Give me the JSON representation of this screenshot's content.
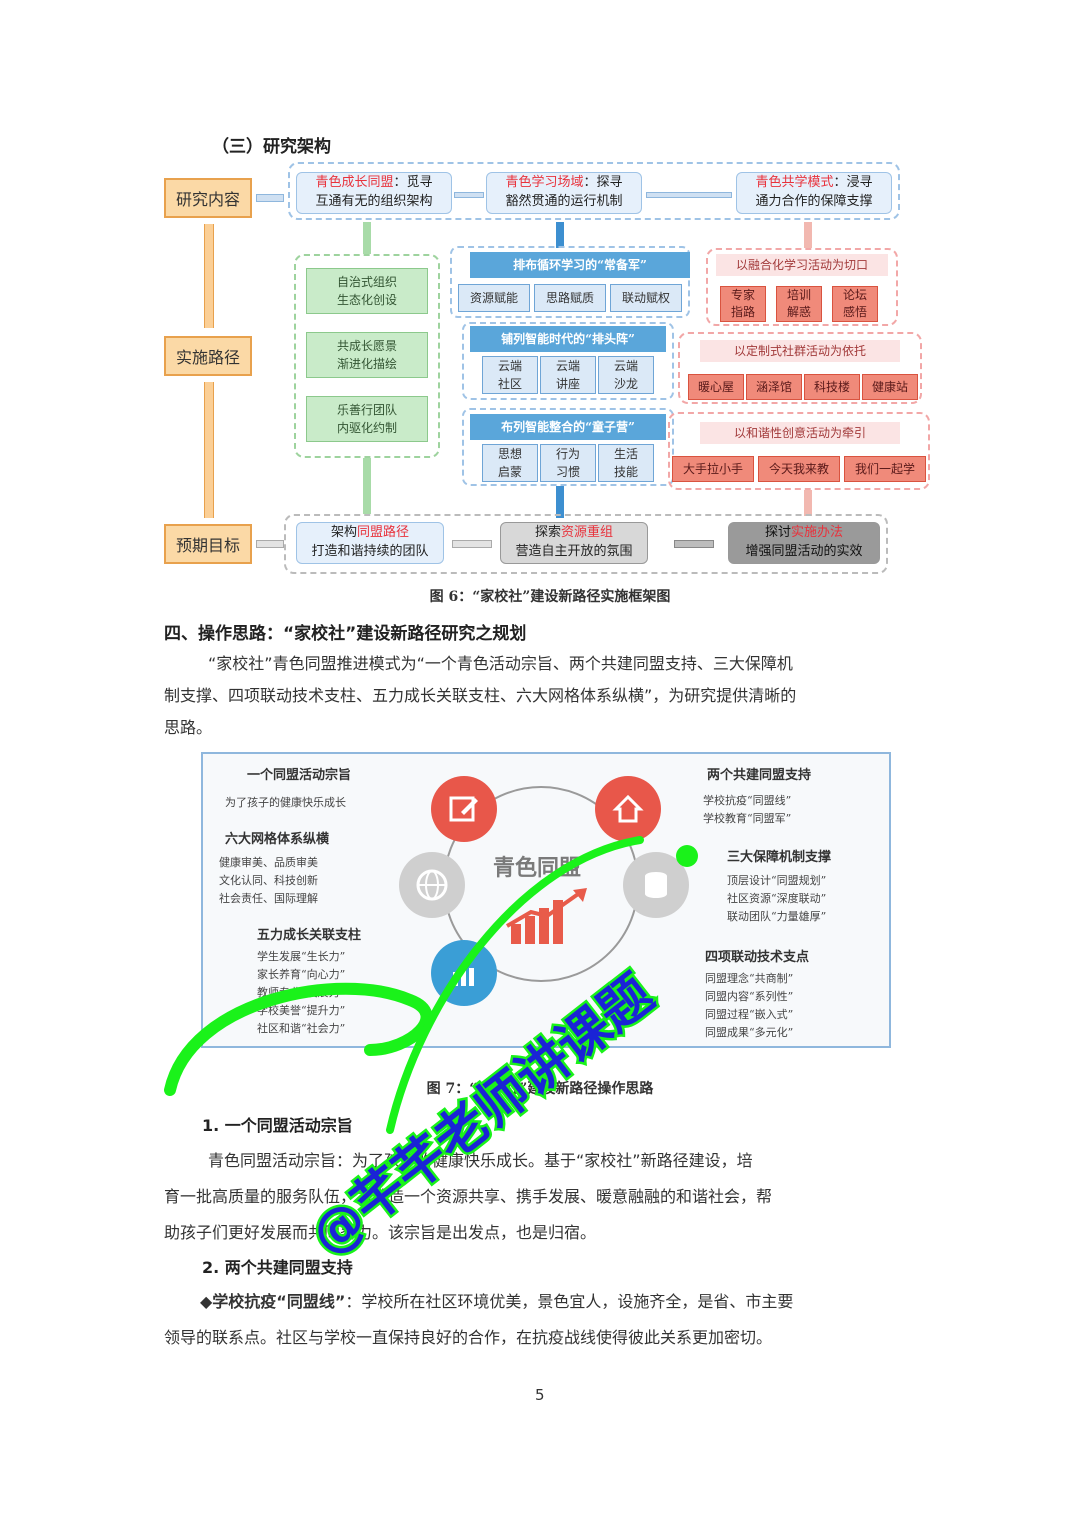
{
  "section_title": "（三）研究架构",
  "framework": {
    "row_labels": {
      "content": "研究内容",
      "path": "实施路径",
      "goal": "预期目标"
    },
    "content_boxes": [
      {
        "red": "青色成长同盟",
        "rest": "：觅寻",
        "line2": "互通有无的组织架构"
      },
      {
        "red": "青色学习场域",
        "rest": "：探寻",
        "line2": "豁然贯通的运行机制"
      },
      {
        "red": "青色共学模式",
        "rest": "：浸寻",
        "line2": "通力合作的保障支撑"
      }
    ],
    "green_items": [
      [
        "自治式组织",
        "生态化创设"
      ],
      [
        "共成长愿景",
        "渐进化描绘"
      ],
      [
        "乐善行团队",
        "内驱化约制"
      ]
    ],
    "blue_groups": [
      {
        "head": "排布循环学习的“常备军”",
        "cells": [
          [
            "资源赋能"
          ],
          [
            "思路赋质"
          ],
          [
            "联动赋权"
          ]
        ]
      },
      {
        "head": "铺列智能时代的“排头阵”",
        "cells": [
          [
            "云端",
            "社区"
          ],
          [
            "云端",
            "讲座"
          ],
          [
            "云端",
            "沙龙"
          ]
        ]
      },
      {
        "head": "布列智能整合的“童子营”",
        "cells": [
          [
            "思想",
            "启蒙"
          ],
          [
            "行为",
            "习惯"
          ],
          [
            "生活",
            "技能"
          ]
        ]
      }
    ],
    "pink_groups": [
      {
        "head": "以融合化学习活动为切口",
        "cells": [
          [
            "专家",
            "指路"
          ],
          [
            "培训",
            "解惑"
          ],
          [
            "论坛",
            "感悟"
          ]
        ]
      },
      {
        "head": "以定制式社群活动为依托",
        "cells": [
          [
            "暖心屋"
          ],
          [
            "涵泽馆"
          ],
          [
            "科技楼"
          ],
          [
            "健康站"
          ]
        ]
      },
      {
        "head": "以和谐性创意活动为牵引",
        "cells": [
          [
            "大手拉小手"
          ],
          [
            "今天我来教"
          ],
          [
            "我们一起学"
          ]
        ]
      }
    ],
    "goal_boxes": [
      {
        "pre": "架构",
        "red": "同盟路径",
        "line2": "打造和谐持续的团队"
      },
      {
        "pre": "探索",
        "red": "资源重组",
        "line2": "营造自主开放的氛围"
      },
      {
        "pre": "探讨",
        "red": "实施办法",
        "line2": "增强同盟活动的实效"
      }
    ]
  },
  "figure6_caption": "图 6：“家校社”建设新路径实施框架图",
  "section4_title": "四、操作思路：“家校社”建设新路径研究之规划",
  "section4_para_lines": [
    "“家校社”青色同盟推进模式为“一个青色活动宗旨、两个共建同盟支持、三大保障机",
    "制支撑、四项联动技术支柱、五力成长关联支柱、六大网格体系纵横”，为研究提供清晰的",
    "思路。"
  ],
  "diagram2": {
    "center_title": "青色同盟",
    "blocks": {
      "one": {
        "title": "一个同盟活动宗旨",
        "lines": [
          "为了孩子的健康快乐成长"
        ]
      },
      "six": {
        "title": "六大网格体系纵横",
        "lines": [
          "健康审美、品质审美",
          "文化认同、科技创新",
          "社会责任、国际理解"
        ]
      },
      "five": {
        "title": "五力成长关联支柱",
        "lines": [
          "学生发展“生长力”",
          "家长养育“向心力”",
          "教师专业“发展力”",
          "学校美誉“提升力”",
          "社区和谐“社会力”"
        ]
      },
      "two": {
        "title": "两个共建同盟支持",
        "lines": [
          "学校抗疫“同盟线”",
          "学校教育“同盟军”"
        ]
      },
      "three": {
        "title": "三大保障机制支撑",
        "lines": [
          "顶层设计“同盟规划”",
          "社区资源“深度联动”",
          "联动团队“力量雄厚”"
        ]
      },
      "four": {
        "title": "四项联动技术支点",
        "lines": [
          "同盟理念“共商制”",
          "同盟内容“系列性”",
          "同盟过程“嵌入式”",
          "同盟成果“多元化”"
        ]
      }
    },
    "icons": [
      "edit-icon",
      "home-icon",
      "globe-icon",
      "database-icon",
      "bar-chart-icon",
      "growth-chart-icon"
    ]
  },
  "figure7_caption": "图 7：“家校社”建设新路径操作思路",
  "sub1_title": "1. 一个同盟活动宗旨",
  "sub1_para_lines": [
    "青色同盟活动宗旨：为了孩子的健康快乐成长。基于“家校社”新路径建设，培",
    "育一批高质量的服务队伍，为营造一个资源共享、携手发展、暖意融融的和谐社会，帮",
    "助孩子们更好发展而共同努力。该宗旨是出发点，也是归宿。"
  ],
  "sub2_title": "2. 两个共建同盟支持",
  "sub2_para": {
    "bold_lead": "◆学校抗疫“同盟线”",
    "rest_line1": "：学校所在社区环境优美，景色宜人，设施齐全，是省、市主要",
    "line2": "领导的联系点。社区与学校一直保持良好的合作，在抗疫战线使得彼此关系更加密切。"
  },
  "page_number": "5",
  "watermark": "@芊芊老师讲课题",
  "colors": {
    "accent_green": "#1af21a",
    "watermark_blue": "#1a24d6",
    "red_text": "#e8323c"
  }
}
